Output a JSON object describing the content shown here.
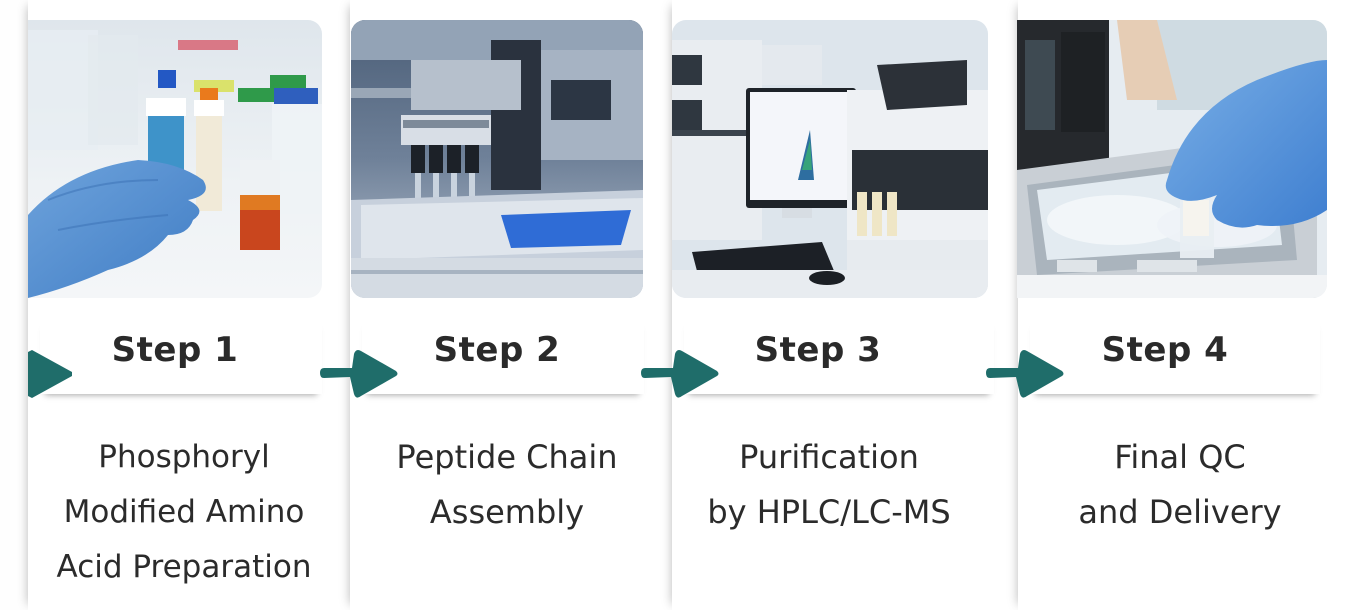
{
  "theme": {
    "accent": "#1f6d6a",
    "text": "#2b2b2b",
    "background": "#ffffff"
  },
  "steps": [
    {
      "title": "Step 1",
      "description": "Phosphoryl\nModified Amino\nAcid Preparation",
      "image": "gloved-hand-holding-reagent-vials"
    },
    {
      "title": "Step 2",
      "description": "Peptide Chain\nAssembly",
      "image": "automated-peptide-synthesizer"
    },
    {
      "title": "Step 3",
      "description": "Purification\nby HPLC/LC-MS",
      "image": "hplc-lcms-instrument-with-monitor"
    },
    {
      "title": "Step 4",
      "description": "Final QC\nand Delivery",
      "image": "gloved-hand-packing-vial-in-cold-box"
    }
  ],
  "arrows": {
    "icon": "arrow-right-icon",
    "color": "#1f6d6a"
  }
}
